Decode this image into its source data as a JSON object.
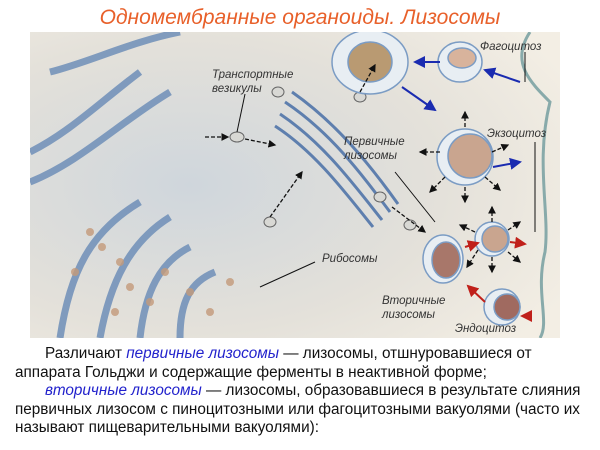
{
  "title": "Одномембранные органоиды. Лизосомы",
  "figure": {
    "labels": {
      "transport1": "Транспортные",
      "transport2": "везикулы",
      "phago": "Фагоцитоз",
      "exo": "Экзоцитоз",
      "primary1": "Первичные",
      "primary2": "лизосомы",
      "ribo": "Рибосомы",
      "secondary1": "Вторичные",
      "secondary2": "лизосомы",
      "endo": "Эндоцитоз"
    },
    "colors": {
      "membrane": "#7b9cc4",
      "content": "#c9a58f",
      "blue_arrow": "#1a2bb0",
      "red_arrow": "#c0201a"
    }
  },
  "text": {
    "p1_start": "Различают ",
    "p1_term": "первичные лизосомы",
    "p1_rest": " — лизосомы, отшнуровавшиеся от аппарата Гольджи и содержащие ферменты в неактивной форме;",
    "p2_term": "вторичные лизосомы",
    "p2_rest": " — лизосомы, образовавшиеся в результате слияния первичных лизосом с пиноцитозными или фагоцитозными вакуолями (часто их называют пищеварительными вакуолями):"
  }
}
